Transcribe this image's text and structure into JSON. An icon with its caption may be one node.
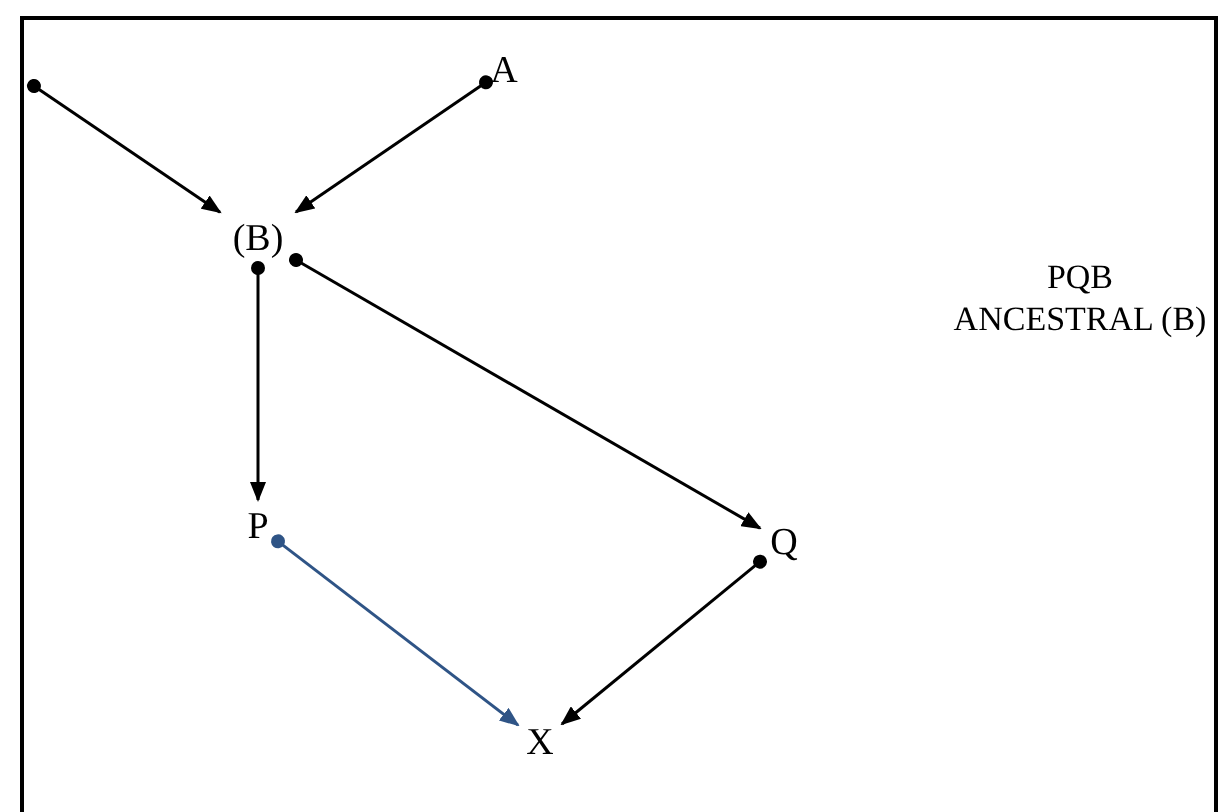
{
  "diagram": {
    "nodes": [
      {
        "text": [
          "A"
        ]
      },
      {
        "text": [
          "(B)"
        ]
      },
      {
        "text": [
          "P"
        ]
      },
      {
        "text": [
          "Q"
        ]
      },
      {
        "text": [
          "X"
        ]
      }
    ],
    "edges": [
      {
        "from": null,
        "to": 1,
        "arrow": "to"
      },
      {
        "from": 0,
        "to": 1,
        "arrow": "to"
      },
      {
        "from": 1,
        "to": 2,
        "arrow": "to"
      },
      {
        "from": 1,
        "to": 3,
        "arrow": "to"
      },
      {
        "from": 2,
        "to": 4,
        "arrow": "to",
        "color": "#2f5486"
      },
      {
        "from": 3,
        "to": 4,
        "arrow": "to"
      }
    ],
    "labels": [
      "PQB",
      "ANCESTRAL (B)"
    ]
  }
}
